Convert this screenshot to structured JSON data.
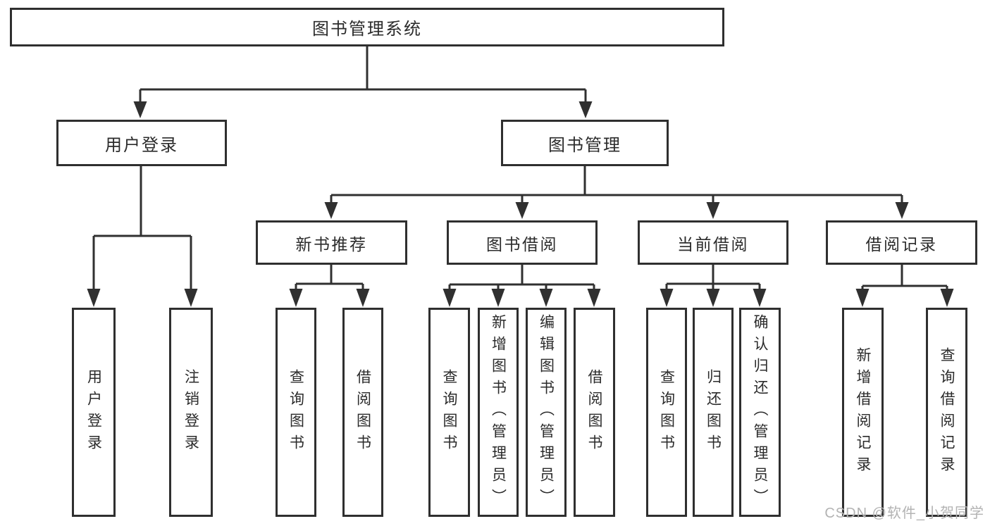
{
  "tree": {
    "root": {
      "label": "图书管理系统"
    },
    "branches": [
      {
        "label": "用户登录",
        "leaves": [
          "用户登录",
          "注销登录"
        ]
      },
      {
        "label": "图书管理",
        "groups": [
          {
            "label": "新书推荐",
            "leaves": [
              "查询图书",
              "借阅图书"
            ]
          },
          {
            "label": "图书借阅",
            "leaves": [
              "查询图书",
              "新增图书（管理员）",
              "编辑图书（管理员）",
              "借阅图书"
            ]
          },
          {
            "label": "当前借阅",
            "leaves": [
              "查询图书",
              "归还图书",
              "确认归还（管理员）"
            ]
          },
          {
            "label": "借阅记录",
            "leaves": [
              "新增借阅记录",
              "查询借阅记录"
            ]
          }
        ]
      }
    ]
  },
  "watermark": "CSDN @软件_小贺同学",
  "colors": {
    "box_border": "#2f2f2f",
    "connector_line": "#303030",
    "text": "#2b2b2b",
    "background": "#ffffff",
    "watermark": "#b3b3b3"
  }
}
